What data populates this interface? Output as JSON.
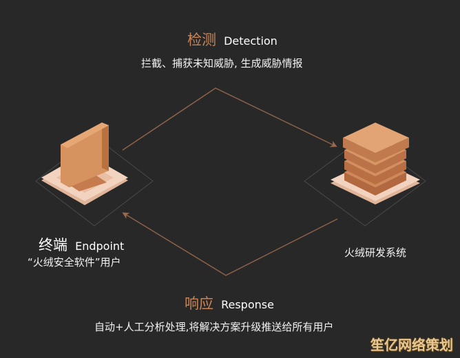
{
  "detection": {
    "title_cn": "检测",
    "title_en": "Detection",
    "desc": "拦截、捕获未知威胁, 生成威胁情报"
  },
  "endpoint": {
    "title_cn": "终端",
    "title_en": "Endpoint",
    "desc": "“火绒安全软件”用户"
  },
  "system": {
    "label": "火绒研发系统"
  },
  "response": {
    "title_cn": "响应",
    "title_en": "Response",
    "desc": "自动+人工分析处理,将解决方案升级推送给所有用户"
  },
  "watermark": "笙亿网络策划",
  "colors": {
    "background": "#282828",
    "accent": "#c98557",
    "platform": "#f2d3bf",
    "block": "#d9925f",
    "arrow": "#9a6a4d"
  }
}
